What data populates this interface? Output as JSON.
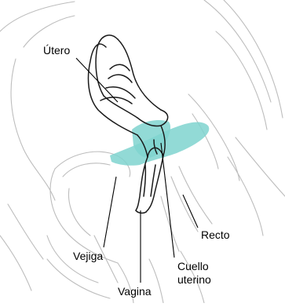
{
  "diagram": {
    "labels": {
      "uterus": "Útero",
      "rectum": "Recto",
      "bladder": "Vejiga",
      "cervix_line1": "Cuello",
      "cervix_line2": "uterino",
      "vagina": "Vagina"
    },
    "highlight_color": "#7fd3cf",
    "outline_color": "#bdbdbd",
    "organ_color": "#1a1a1a"
  }
}
